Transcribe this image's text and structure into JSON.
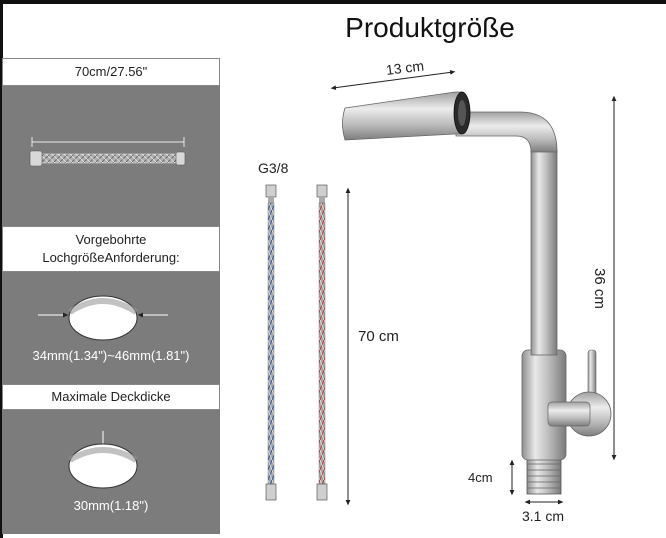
{
  "title": "Produktgröße",
  "left_panel": {
    "hose_length": "70cm/27.56\"",
    "hole_heading_line1": "Vorgebohrte",
    "hole_heading_line2": "LochgrößeAnforderung:",
    "hole_range": "34mm(1.34\")~46mm(1.81\")",
    "deck_heading": "Maximale Deckdicke",
    "deck_value": "30mm(1.18\")"
  },
  "hoses": {
    "thread": "G3/8",
    "length": "70 cm"
  },
  "faucet": {
    "spout_length": "13 cm",
    "height": "36 cm",
    "thread_length": "4cm",
    "base_width": "3.1 cm"
  },
  "colors": {
    "panel": "#7c7c7c",
    "steel": "#c9c9c9",
    "hose_blue": "#2e5aa8",
    "hose_red": "#c0392b"
  }
}
